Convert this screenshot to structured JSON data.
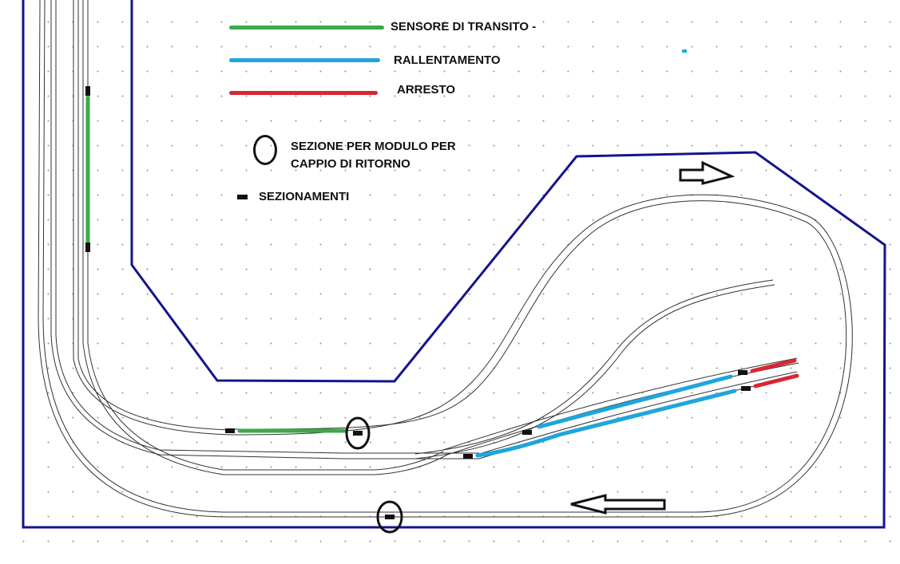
{
  "legend": {
    "transit_sensor": {
      "label": "SENSORE DI TRANSITO -",
      "color": "#3aaa49"
    },
    "slowdown": {
      "label": "RALLENTAMENTO",
      "color": "#1ea5dc"
    },
    "stop": {
      "label": "ARRESTO",
      "color": "#d92630"
    },
    "reverse_loop_section": {
      "label_line1": "SEZIONE PER MODULO PER",
      "label_line2": "CAPPIO DI RITORNO",
      "icon": "oval-icon"
    },
    "isolation": {
      "label": "SEZIONAMENTI",
      "color": "#111111",
      "icon": "isolation-mark-icon"
    }
  },
  "colors": {
    "boundary": "#14148c",
    "track": "#333333",
    "background": "#ffffff"
  },
  "arrows": [
    {
      "direction": "right",
      "icon": "arrow-right-icon"
    },
    {
      "direction": "left",
      "icon": "arrow-left-icon"
    }
  ]
}
